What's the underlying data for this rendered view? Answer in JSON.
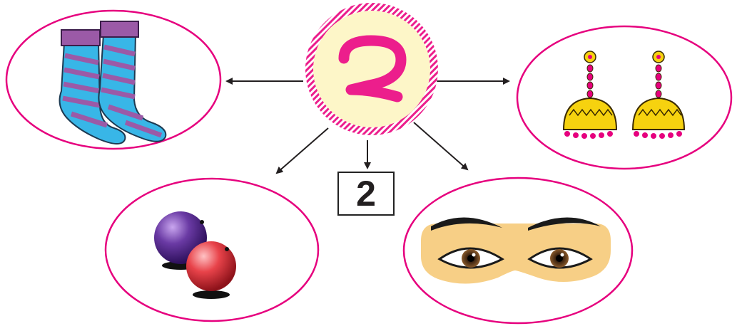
{
  "center": {
    "letter_glyph": "ર",
    "letter_color": "#ec1e8c",
    "hub_fill": "#fdf6c8",
    "hub_stripe": "#ec1e8c"
  },
  "number_box": {
    "value": "2"
  },
  "items": [
    {
      "name": "socks",
      "icon": "socks-icon"
    },
    {
      "name": "earrings",
      "icon": "earrings-icon"
    },
    {
      "name": "marbles",
      "icon": "marbles-icon"
    },
    {
      "name": "eyes",
      "icon": "eyes-icon"
    }
  ],
  "colors": {
    "frame": "#e6007e",
    "arrow": "#231f20",
    "sock_blue": "#38b6e7",
    "sock_stripe": "#9b5aa7",
    "earring_gold": "#f6d20f",
    "earring_pink": "#e6007e",
    "marble_purple": "#6a3aa4",
    "marble_red": "#e8434a",
    "skin": "#f7cf86",
    "iris": "#6b3d1f"
  }
}
